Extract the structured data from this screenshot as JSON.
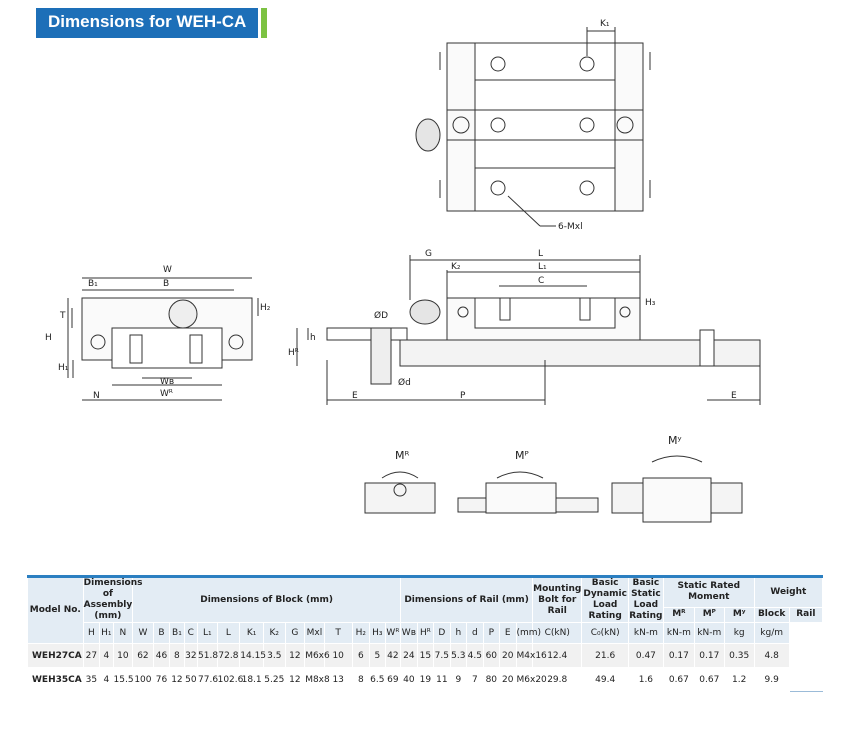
{
  "title": "Dimensions for WEH-CA",
  "drawing_labels": {
    "top": {
      "k1": "K₁",
      "bolt": "6-Mxl"
    },
    "front": {
      "w": "W",
      "b1": "B₁",
      "b": "B",
      "t": "T",
      "h": "H",
      "h1": "H₁",
      "h2": "H₂",
      "wr": "Wᴿ",
      "wb": "Wʙ",
      "n": "N"
    },
    "side": {
      "g": "G",
      "l": "L",
      "l1": "L₁",
      "k2": "K₂",
      "c": "C",
      "h3": "H₃",
      "d": "ØD",
      "h": "h",
      "hr": "Hᴿ",
      "dd": "Ød",
      "e": "E",
      "p": "P",
      "e2": "E"
    },
    "moments": {
      "mr": "Mᴿ",
      "mp": "Mᴾ",
      "my": "Mʸ"
    }
  },
  "table": {
    "group_headers": {
      "model": "Model No.",
      "assembly": "Dimensions of Assembly (mm)",
      "block": "Dimensions of Block (mm)",
      "rail": "Dimensions of Rail (mm)",
      "bolt": "Mounting Bolt for Rail",
      "dyn": "Basic Dynamic Load Rating",
      "stat": "Basic Static Load Rating",
      "moment": "Static Rated Moment",
      "weight": "Weight"
    },
    "sub_headers": {
      "mr": "Mᴿ",
      "mp": "Mᴾ",
      "my": "Mʸ",
      "block_w": "Block",
      "rail_w": "Rail"
    },
    "columns": [
      "H",
      "H₁",
      "N",
      "W",
      "B",
      "B₁",
      "C",
      "L₁",
      "L",
      "K₁",
      "K₂",
      "G",
      "Mxl",
      "T",
      "H₂",
      "H₃",
      "Wᴿ",
      "Wʙ",
      "Hᴿ",
      "D",
      "h",
      "d",
      "P",
      "E",
      "(mm)",
      "C(kN)",
      "C₀(kN)",
      "kN-m",
      "kN-m",
      "kN-m",
      "kg",
      "kg/m"
    ],
    "rows": [
      {
        "model": "WEH27CA",
        "values": [
          "27",
          "4",
          "10",
          "62",
          "46",
          "8",
          "32",
          "51.8",
          "72.8",
          "14.15",
          "3.5",
          "12",
          "M6x6",
          "10",
          "6",
          "5",
          "42",
          "24",
          "15",
          "7.5",
          "5.3",
          "4.5",
          "60",
          "20",
          "M4x16",
          "12.4",
          "21.6",
          "0.47",
          "0.17",
          "0.17",
          "0.35",
          "4.8"
        ]
      },
      {
        "model": "WEH35CA",
        "values": [
          "35",
          "4",
          "15.5",
          "100",
          "76",
          "12",
          "50",
          "77.6",
          "102.6",
          "18.1",
          "5.25",
          "12",
          "M8x8",
          "13",
          "8",
          "6.5",
          "69",
          "40",
          "19",
          "11",
          "9",
          "7",
          "80",
          "20",
          "M6x20",
          "29.8",
          "49.4",
          "1.6",
          "0.67",
          "0.67",
          "1.2",
          "9.9"
        ]
      }
    ]
  }
}
